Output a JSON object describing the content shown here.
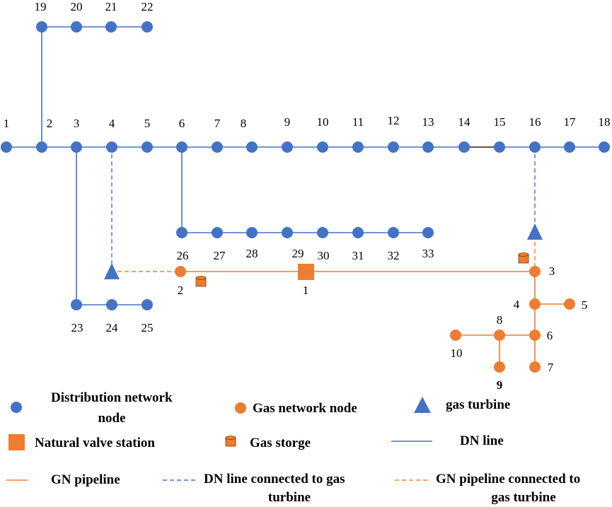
{
  "colors": {
    "dn": "#4472C4",
    "gn": "#ED7D31",
    "dark": "#222222"
  },
  "dn_labels": [
    "1",
    "2",
    "3",
    "4",
    "5",
    "6",
    "7",
    "8",
    "9",
    "10",
    "11",
    "12",
    "13",
    "14",
    "15",
    "16",
    "17",
    "18",
    "19",
    "20",
    "21",
    "22",
    "23",
    "24",
    "25",
    "26",
    "27",
    "28",
    "29",
    "30",
    "31",
    "32",
    "33"
  ],
  "gn_labels": [
    "1",
    "2",
    "3",
    "4",
    "5",
    "6",
    "7",
    "8",
    "9",
    "10"
  ],
  "legend": {
    "dn_node": [
      "Distribution network",
      "node"
    ],
    "gn_node": "Gas network node",
    "gas_turbine": "gas turbine",
    "valve_station": "Natural valve station",
    "gas_storage": "Gas storge",
    "dn_line": "DN line",
    "gn_pipeline": "GN pipeline",
    "dn_to_turbine": [
      "DN line connected to gas",
      "turbine"
    ],
    "gn_to_turbine": [
      "GN pipeline connected to",
      "gas turbine"
    ]
  }
}
